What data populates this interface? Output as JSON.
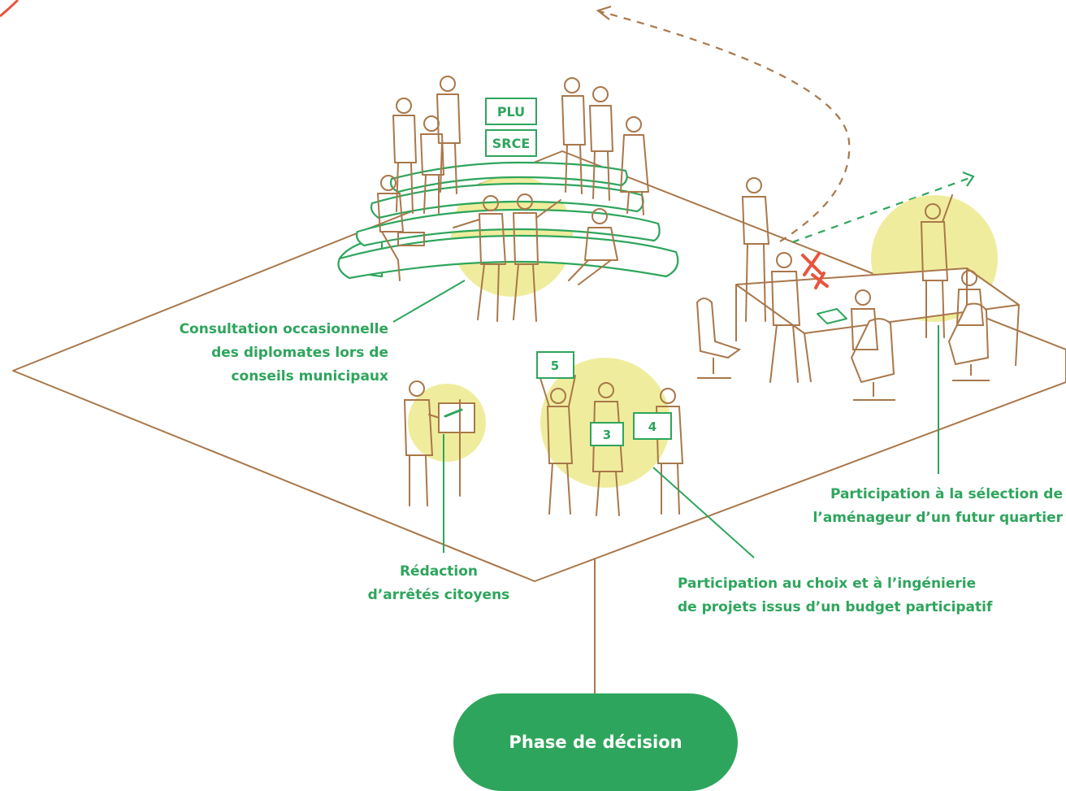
{
  "board_tags": {
    "top": "PLU",
    "bottom": "SRCE"
  },
  "vote_cards": {
    "raised": "5",
    "held_center": "3",
    "held_right": "4"
  },
  "labels": {
    "consultation": [
      "Consultation occasionnelle",
      "des diplomates lors de",
      "conseils municipaux"
    ],
    "redaction": [
      "Rédaction",
      "d’arrêtés citoyens"
    ],
    "budget": [
      "Participation au choix et à l’ingénierie",
      "de projets issus d’un budget participatif"
    ],
    "selection": [
      "Participation à la sélection de",
      "l’aménageur d’un futur quartier"
    ]
  },
  "phase_button": {
    "label": "Phase de décision"
  },
  "colors": {
    "accent_green": "#2ea55c",
    "outline_brown": "#a9774a",
    "highlight_yellow": "#ecea8c",
    "mark_red": "#e8543c"
  }
}
